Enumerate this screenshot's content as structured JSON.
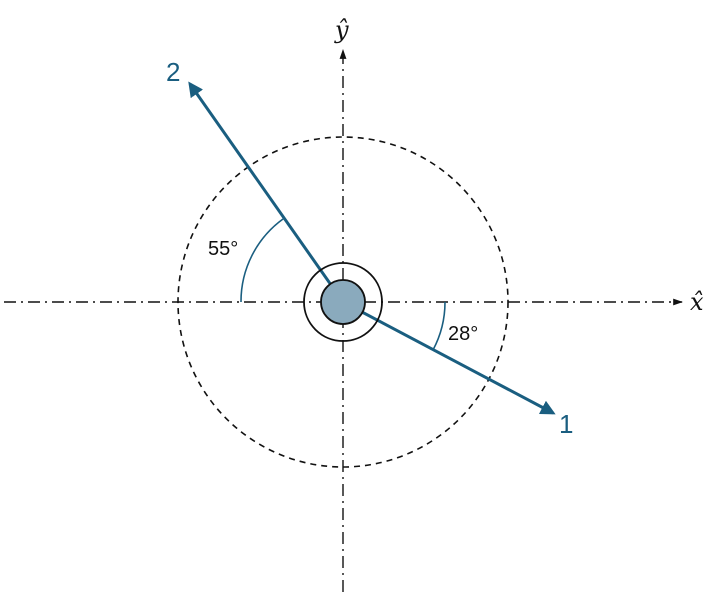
{
  "diagram": {
    "axes": {
      "x_label": "x̂",
      "y_label": "ŷ"
    },
    "vectors": [
      {
        "label": "1",
        "angle_label": "28°"
      },
      {
        "label": "2",
        "angle_label": "55°"
      }
    ],
    "colors": {
      "vector": "#1a5e80",
      "hub_fill": "#8aaabd",
      "line": "#111111",
      "background": "#ffffff"
    }
  }
}
